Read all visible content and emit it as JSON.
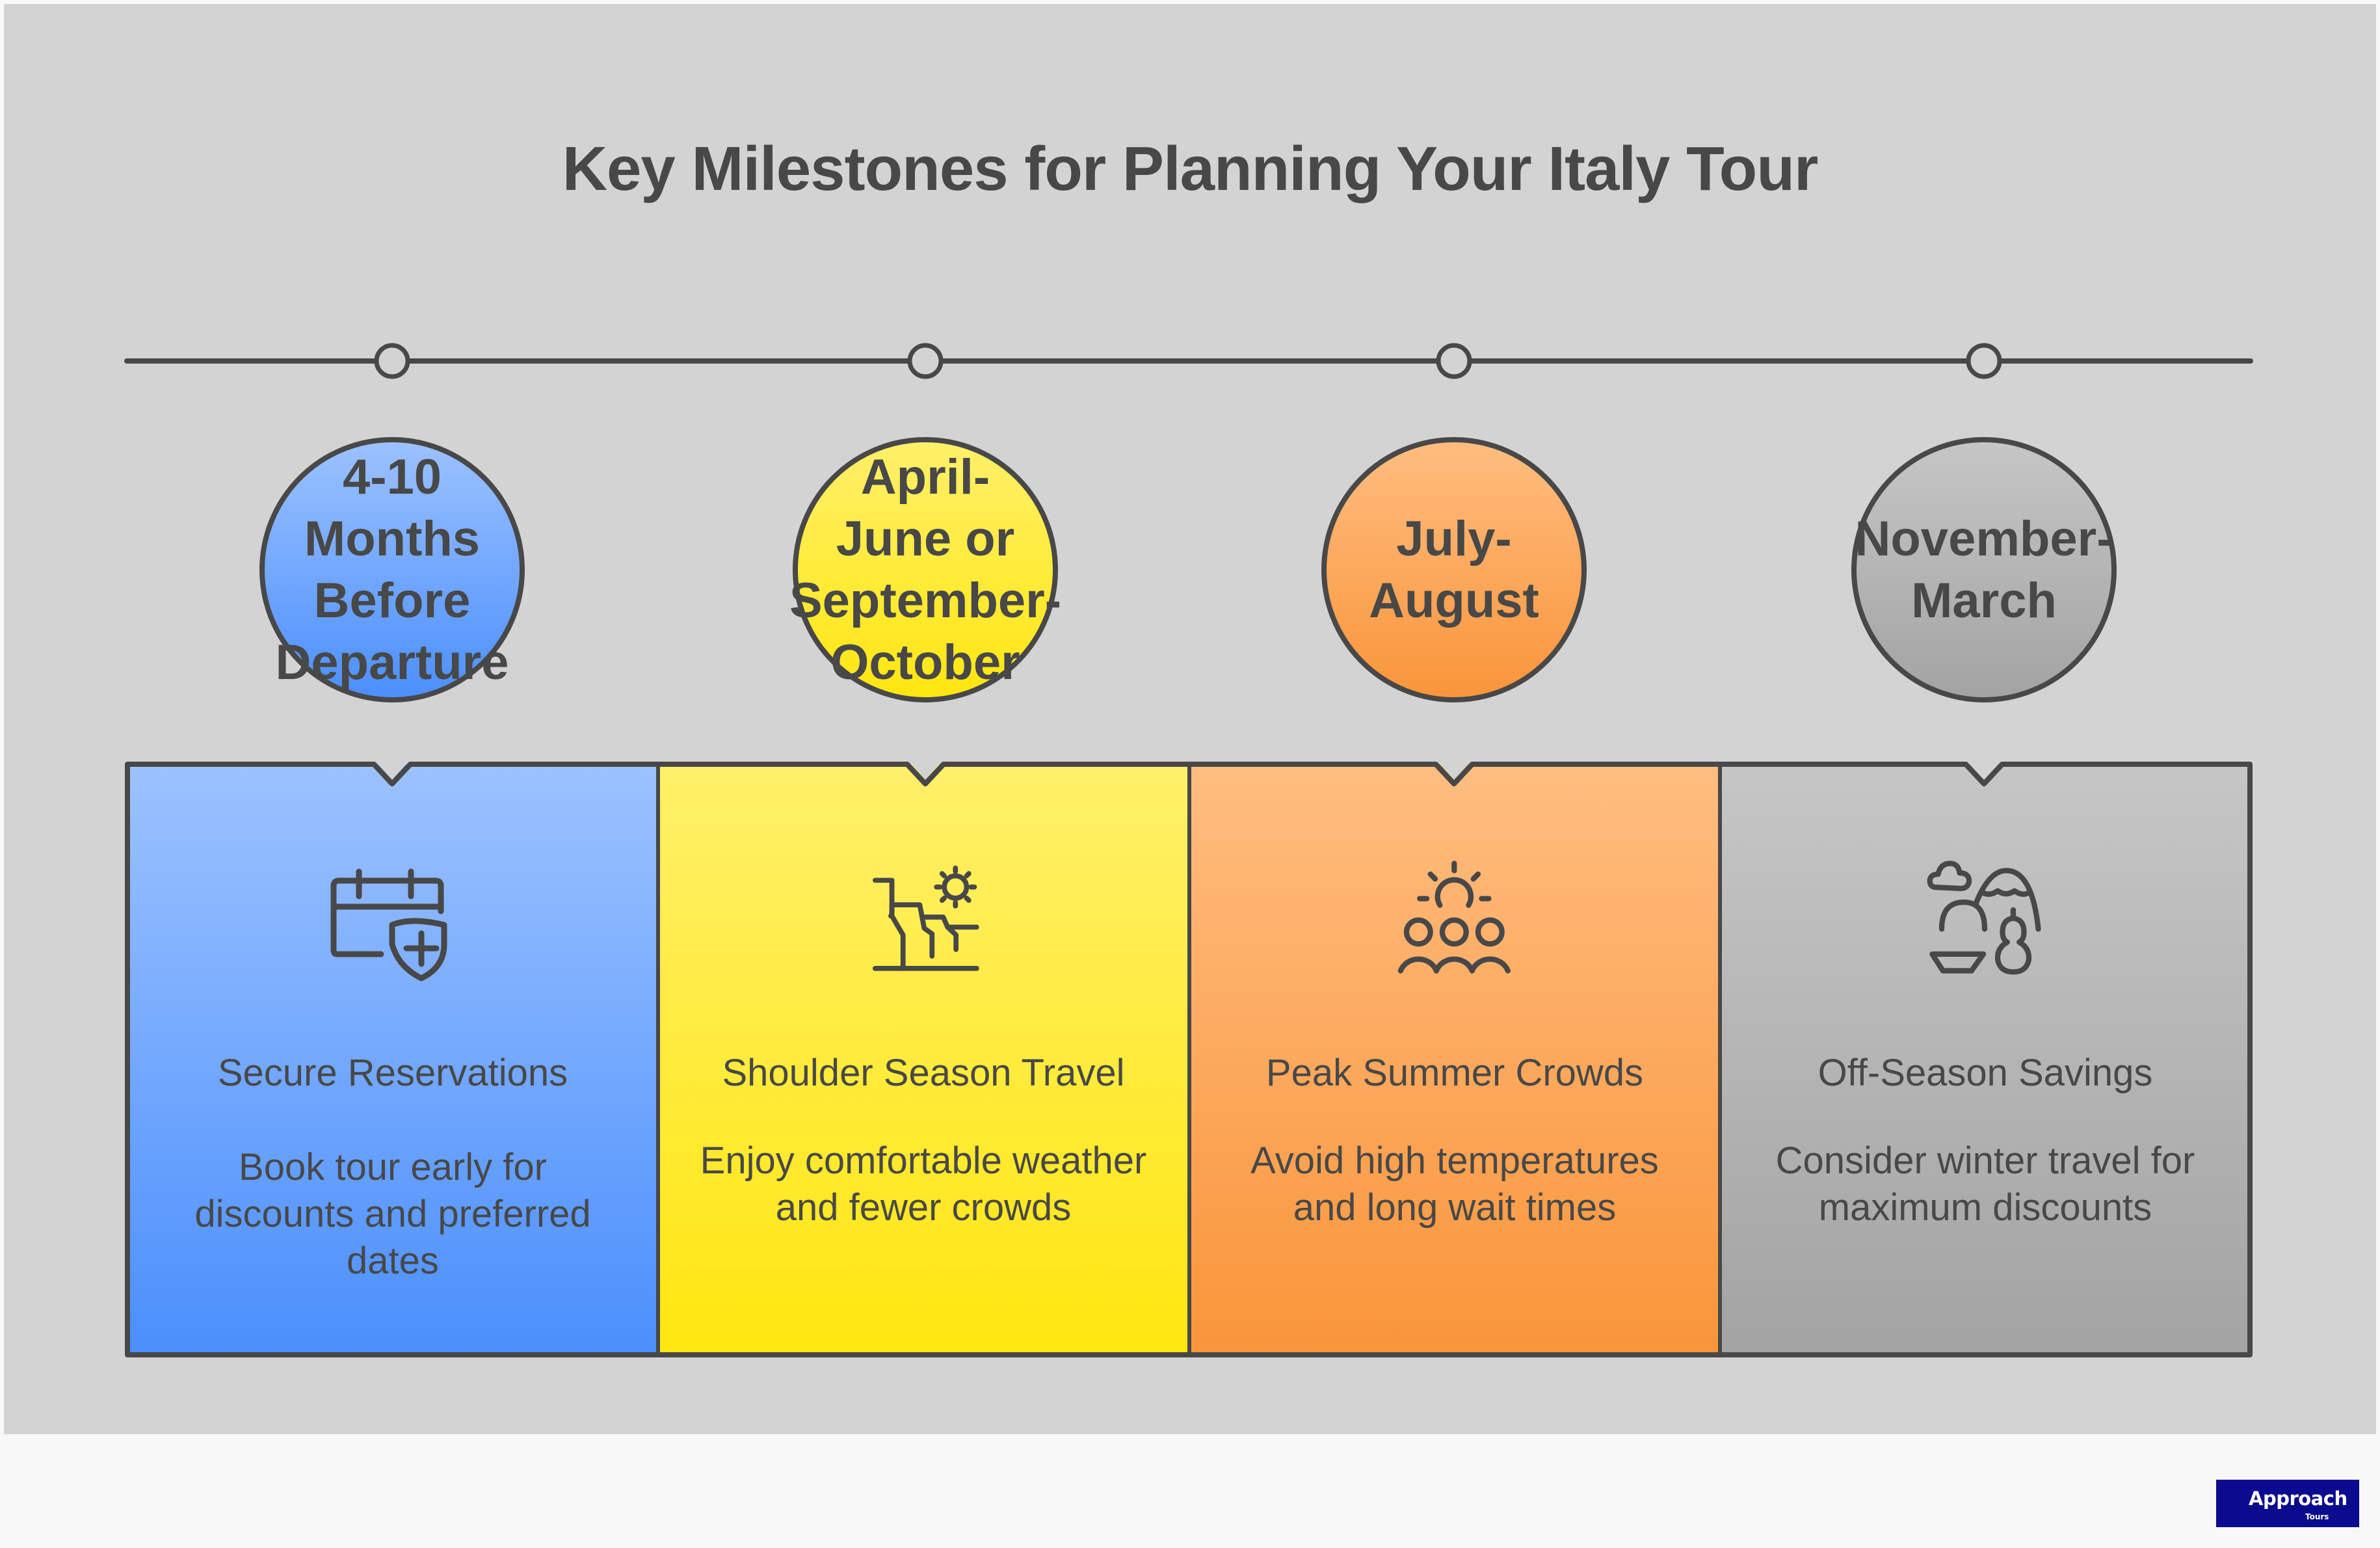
{
  "title": "Key Milestones for Planning Your Italy Tour",
  "colors": {
    "background": "#d3d3d3",
    "stroke": "#484848",
    "blue_top": "#9cc2ff",
    "blue_bottom": "#4b8ffc",
    "yellow_top": "#fff06a",
    "yellow_bottom": "#ffe60f",
    "orange_top": "#ffbd80",
    "orange_bottom": "#f9953a",
    "gray_top": "#c6c6c6",
    "gray_bottom": "#a3a3a3",
    "logo_bg": "#0b0b8f"
  },
  "milestones": [
    {
      "period": "4-10 Months Before Departure",
      "period_lines": [
        "4-10",
        "Months",
        "Before",
        "Departure"
      ],
      "icon": "calendar-shield-plus-icon",
      "heading": "Secure Reservations",
      "description": "Book tour early for discounts and preferred dates",
      "color": "blue"
    },
    {
      "period": "April-June or September-October",
      "period_lines": [
        "April-",
        "June or",
        "September-",
        "October"
      ],
      "icon": "cliff-sun-icon",
      "heading": "Shoulder Season Travel",
      "description": "Enjoy comfortable weather and fewer crowds",
      "color": "yellow"
    },
    {
      "period": "July-August",
      "period_lines": [
        "July-",
        "August"
      ],
      "icon": "crowd-sun-icon",
      "heading": "Peak Summer Crowds",
      "description": "Avoid high temperatures and long wait times",
      "color": "orange"
    },
    {
      "period": "November-March",
      "period_lines": [
        "November-",
        "March"
      ],
      "icon": "winter-landscape-icon",
      "heading": "Off-Season Savings",
      "description": "Consider winter travel for maximum discounts",
      "color": "gray"
    }
  ],
  "logo": {
    "brand": "Approach",
    "sub": "Tours"
  }
}
